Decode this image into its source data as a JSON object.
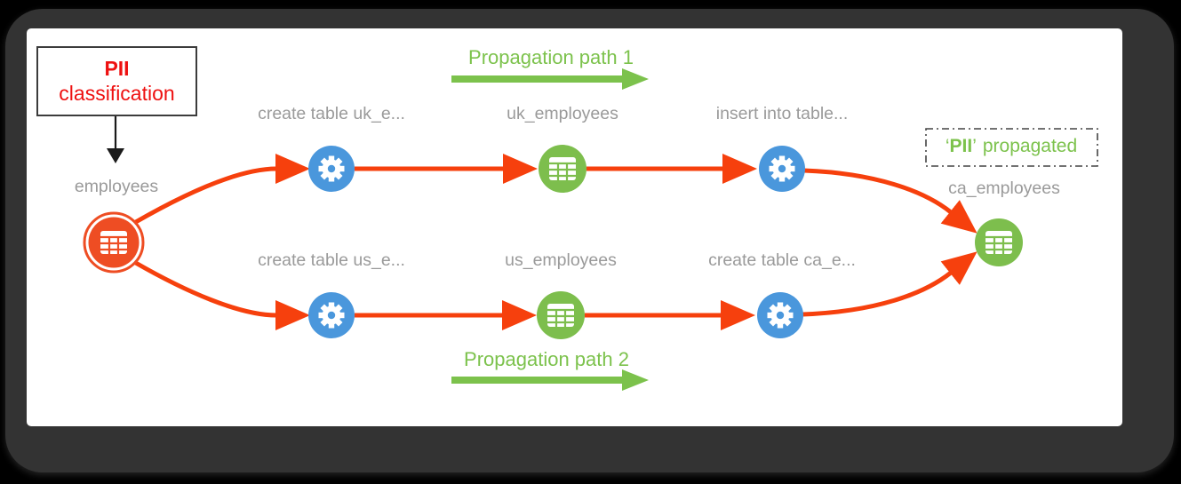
{
  "classification_box": {
    "line1": "PII",
    "line2": "classification"
  },
  "propagated_box": {
    "open_quote": "‘",
    "tag": "PII",
    "close_quote": "’",
    "suffix": "propagated"
  },
  "propagation": {
    "path1_label": "Propagation path 1",
    "path2_label": "Propagation path 2"
  },
  "nodes": [
    {
      "label": "employees",
      "type": "source-table"
    },
    {
      "label": "create table uk_e...",
      "type": "process"
    },
    {
      "label": "uk_employees",
      "type": "table"
    },
    {
      "label": "insert into table...",
      "type": "process"
    },
    {
      "label": "create table us_e...",
      "type": "process"
    },
    {
      "label": "us_employees",
      "type": "table"
    },
    {
      "label": "create table ca_e...",
      "type": "process"
    },
    {
      "label": "ca_employees",
      "type": "table"
    }
  ],
  "colors": {
    "edge": "#f6400d",
    "source_node": "#ee4d23",
    "process_node": "#4a97dc",
    "table_node": "#7dbe4d",
    "green_text": "#7cc24c",
    "red_text": "#ee1111",
    "label_text": "#9a9a9a",
    "frame": "#333333"
  }
}
